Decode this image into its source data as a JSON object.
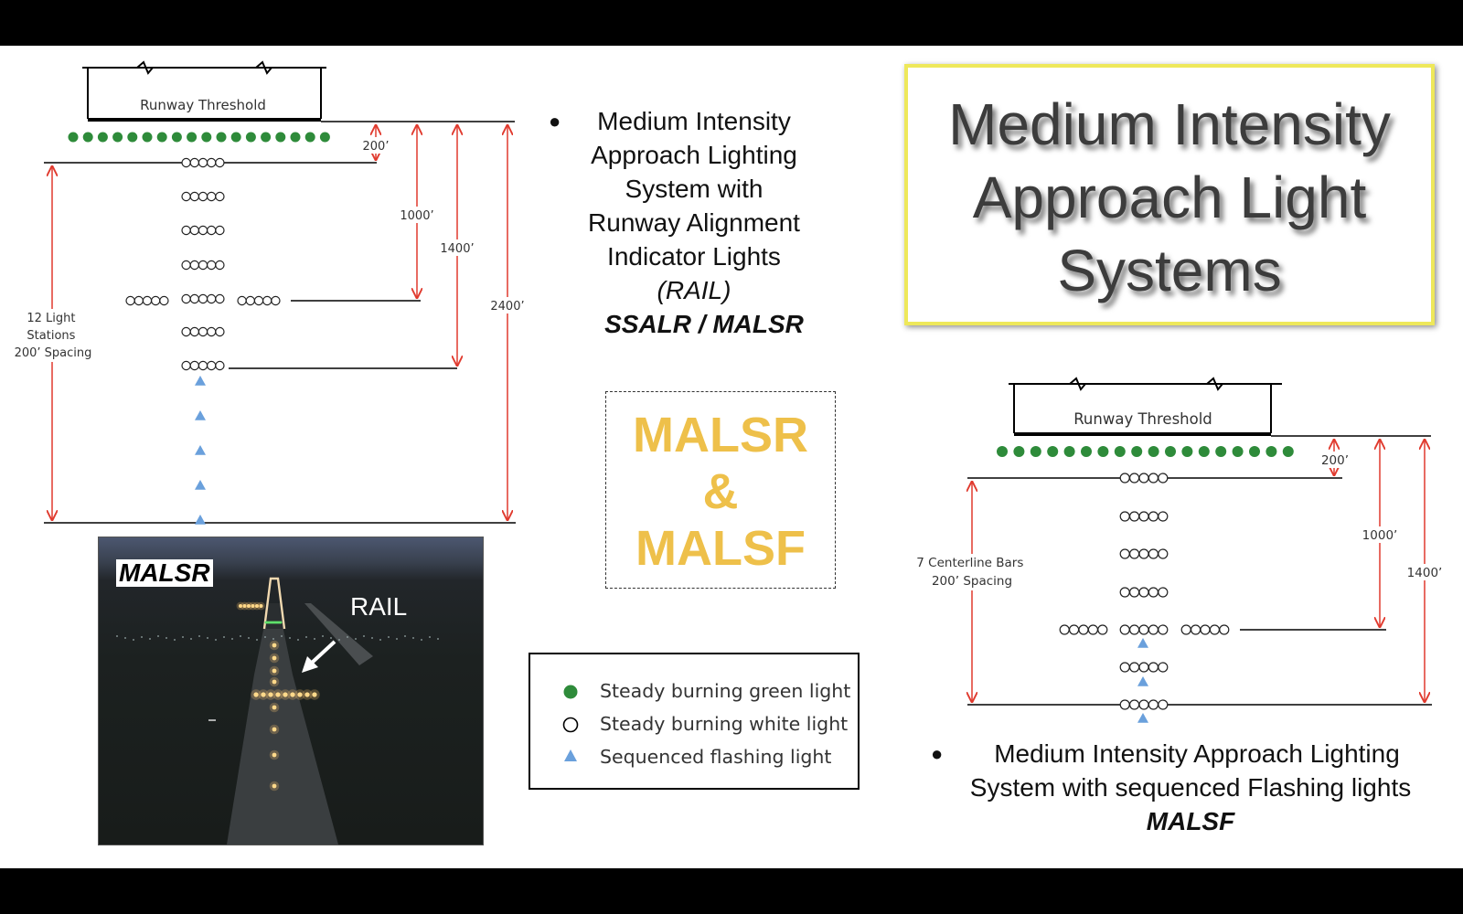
{
  "title": "Medium Intensity Approach Light Systems",
  "title_lines": [
    "Medium Intensity",
    "Approach Light",
    "Systems"
  ],
  "malsr_description": {
    "lines": [
      "Medium Intensity",
      "Approach Lighting",
      "System with",
      "Runway Alignment",
      "Indicator Lights",
      "(RAIL)"
    ],
    "acronym": "SSALR / MALSR"
  },
  "malsf_description": {
    "lines": [
      "Medium Intensity Approach Lighting",
      "System with sequenced Flashing lights"
    ],
    "acronym": "MALSF"
  },
  "center_box": {
    "lines": [
      "MALSR",
      "&",
      "MALSF"
    ]
  },
  "legend": [
    {
      "label": "Steady burning green light",
      "icon": "green-dot-icon",
      "color": "#2e8b3a"
    },
    {
      "label": "Steady burning white light",
      "icon": "white-circle-icon",
      "color": "#ffffff"
    },
    {
      "label": "Sequenced flashing light",
      "icon": "blue-triangle-icon",
      "color": "#6aa0dc"
    }
  ],
  "photo": {
    "label": "MALSR",
    "arrow_label": "RAIL"
  },
  "diagram_left": {
    "threshold_label": "Runway Threshold",
    "dims": [
      "200’",
      "1000’",
      "1400’",
      "2400’"
    ],
    "spacing_label": [
      "12 Light",
      "Stations",
      "200’ Spacing"
    ]
  },
  "diagram_right": {
    "threshold_label": "Runway Threshold",
    "dims": [
      "200’",
      "1000’",
      "1400’"
    ],
    "spacing_label": [
      "7 Centerline Bars",
      "200’ Spacing"
    ]
  },
  "colors": {
    "dimension": "#e03a2e",
    "green_light": "#2e8b3a",
    "flasher": "#6aa0dc",
    "title_border": "#eee85a",
    "mals_text": "#eec04a"
  }
}
